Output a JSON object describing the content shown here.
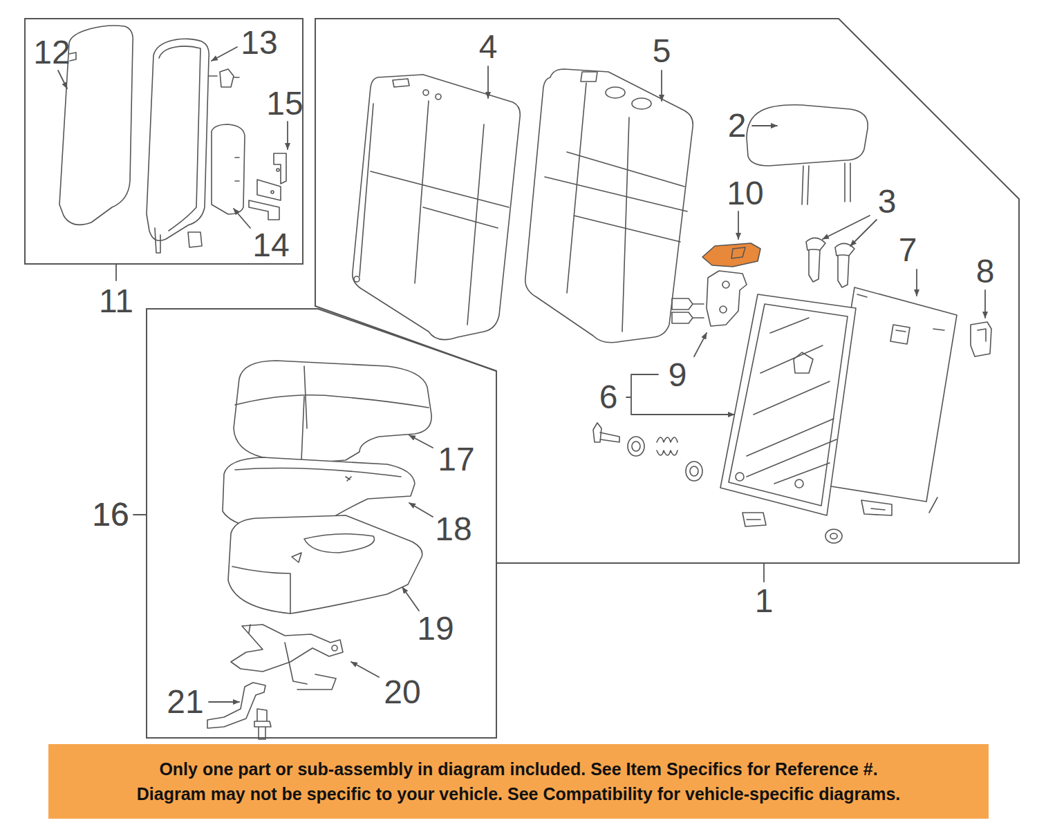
{
  "diagram": {
    "nodes": [
      {
        "text": [
          "11"
        ]
      },
      {
        "text": [
          "1"
        ]
      },
      {
        "text": [
          "16"
        ]
      },
      {
        "text": [
          "Only one part or sub-assembly in diagram included. See Item Specifics for Reference #.",
          "Diagram may not be specific to your vehicle. See Compatibility for vehicle-specific diagrams."
        ]
      }
    ],
    "labels": [
      "12",
      "13",
      "15",
      "14",
      "4",
      "5",
      "2",
      "10",
      "3",
      "7",
      "8",
      "9",
      "6",
      "17",
      "18",
      "16",
      "19",
      "20",
      "21"
    ]
  }
}
